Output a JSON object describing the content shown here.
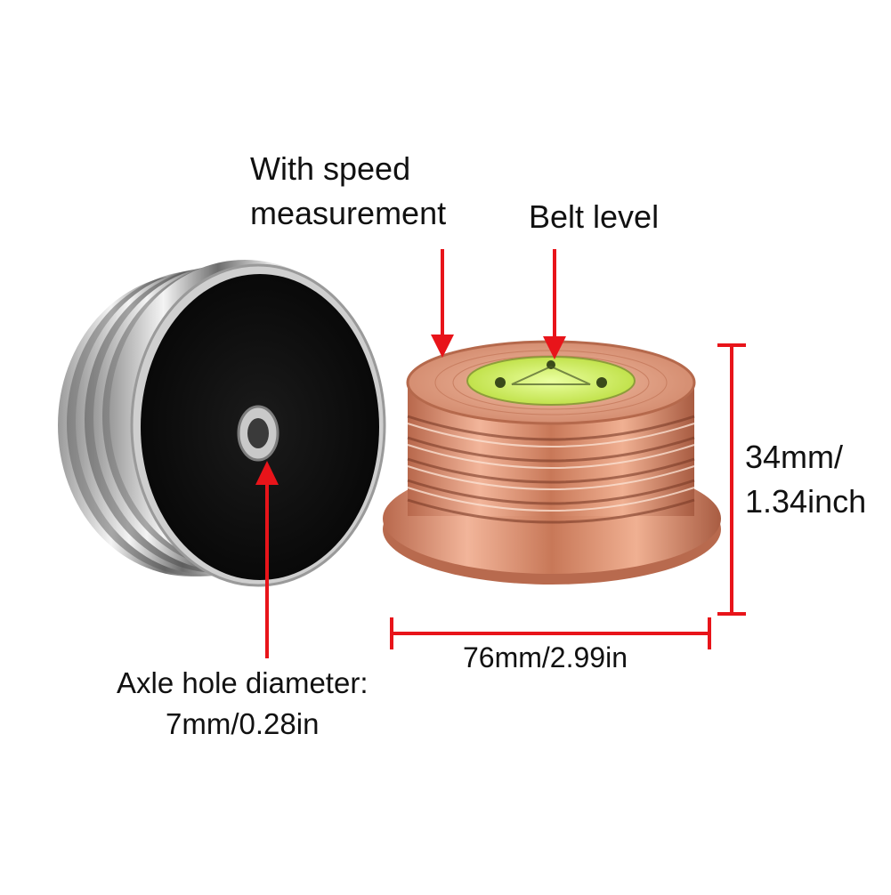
{
  "annotations": {
    "speed_measurement": [
      "With speed",
      "measurement"
    ],
    "belt_level": "Belt level",
    "height": [
      "34mm/",
      "1.34inch"
    ],
    "width": "76mm/2.99in",
    "axle_hole": [
      "Axle hole diameter:",
      "7mm/0.28in"
    ]
  },
  "products": {
    "left": {
      "name": "silver-clamp",
      "body_color": "#c8c8c8",
      "top_color": "#111111"
    },
    "right": {
      "name": "rose-gold-clamp",
      "body_color": "#d48a6e",
      "level_color": "#c8e85a"
    }
  },
  "arrow_color": "#e8141a"
}
